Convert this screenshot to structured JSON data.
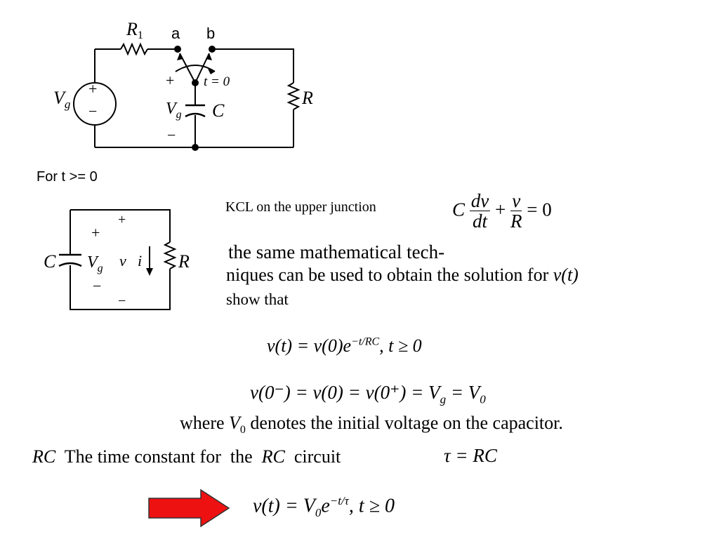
{
  "circuit1": {
    "r1": "R",
    "r1_sub": "1",
    "node_a": "a",
    "node_b": "b",
    "switch_label": "t = 0",
    "source_label": "V",
    "source_sub": "g",
    "plus": "+",
    "minus": "−",
    "cap_voltage": "V",
    "cap_voltage_sub": "g",
    "cap_label": "C",
    "resistor_label": "R"
  },
  "section_label": "For  t >= 0",
  "circuit2": {
    "cap_label": "C",
    "voltage": "V",
    "voltage_sub": "g",
    "v_label": "v",
    "i_label": "i",
    "resistor_label": "R",
    "plus": "+",
    "minus": "−"
  },
  "kcl_label": "KCL on the upper junction",
  "eq_kcl": {
    "c": "C",
    "num1": "dv",
    "den1": "dt",
    "plus": "+",
    "num2": "v",
    "den2": "R",
    "rhs": "= 0"
  },
  "text": {
    "line1": "the same mathematical tech-",
    "line2_pre": "niques can be used to obtain the solution for ",
    "line2_var": "v(t)",
    "line3": "show that"
  },
  "eq_solution": {
    "lhs": "v(t) = v(0)e",
    "exp": "−t/RC",
    "rhs": ",   t ≥ 0"
  },
  "eq_initial": {
    "text": "v(0⁻) = v(0) = v(0⁺) = V",
    "sub_g": "g",
    "mid": " = V",
    "sub_0": "0"
  },
  "where_line": {
    "pre": "where ",
    "var": "V",
    "sub": "0",
    "post": " denotes the initial voltage on the capacitor."
  },
  "time_constant": {
    "rc1": "RC",
    "label": "The time constant for",
    "the": "the",
    "rc2": "RC",
    "circuit": "circuit",
    "tau": "τ = RC"
  },
  "final_eq": {
    "lhs": "v(t) = V",
    "sub": "0",
    "e": "e",
    "exp": "−t/τ",
    "rhs": ",   t ≥ 0"
  },
  "colors": {
    "arrow_fill": "#ee1111",
    "arrow_stroke": "#333333"
  }
}
